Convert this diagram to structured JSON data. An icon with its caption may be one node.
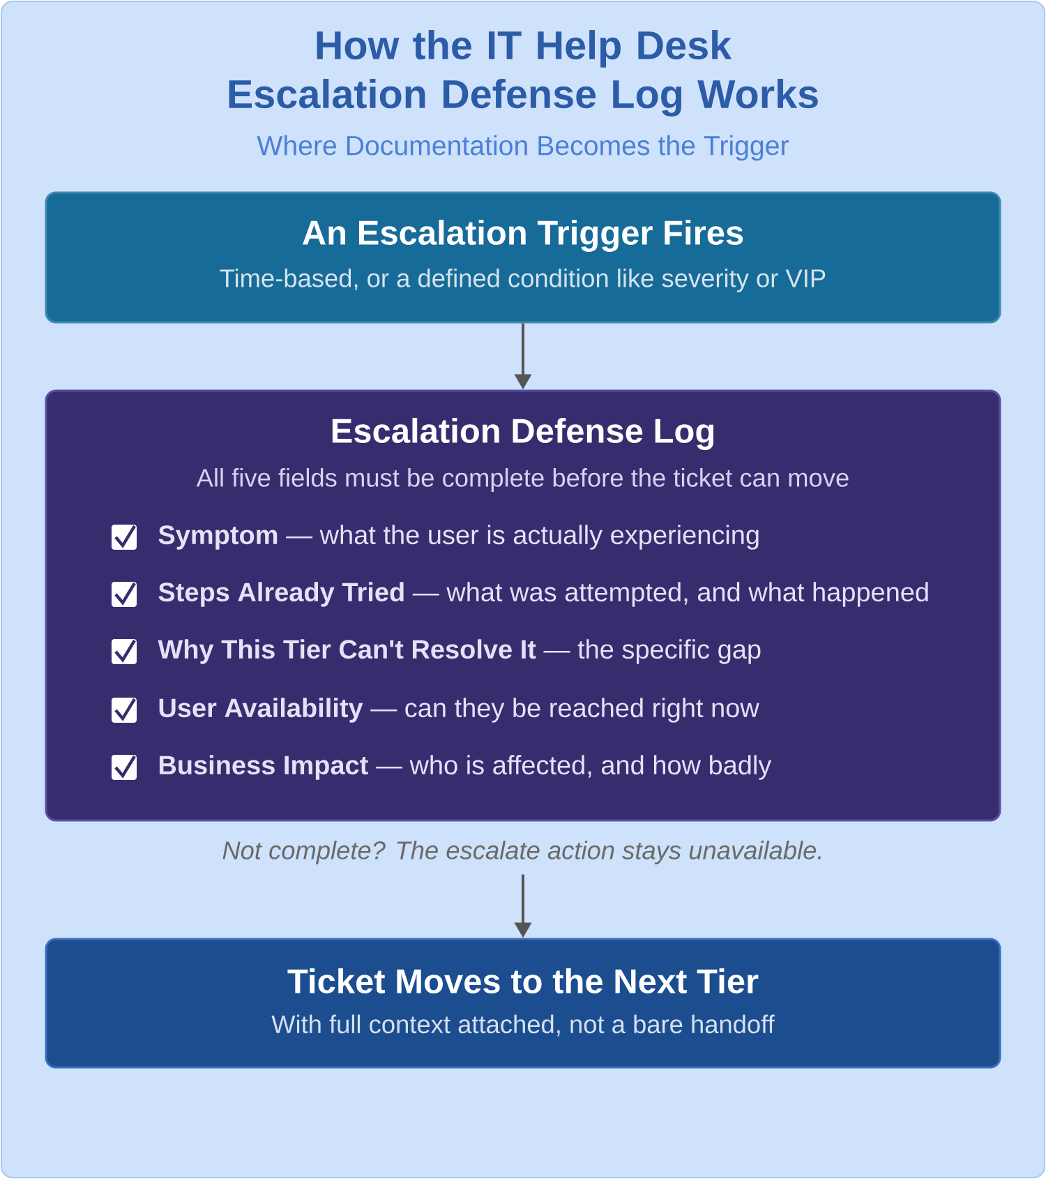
{
  "diagram": {
    "title": "How the IT Help Desk Escalation Defense Log Works",
    "nodes": [
      {
        "text": [
          "An Escalation Trigger Fires",
          "Time-based, or a defined condition like severity or VIP"
        ]
      },
      {
        "text": [
          "Escalation Defense Log",
          "All five fields must be complete before the ticket can move",
          "**Symptom** — what the user is actually experiencing",
          "**Steps Already Tried** — what was attempted, and what happened",
          "**Why This Tier Can't Resolve It** — the specific gap",
          "**User Availability** — can they be reached right now",
          "**Business Impact** — who is affected, and how badly"
        ],
        "beside": [
          "Not complete? The escalate action stays unavailable."
        ]
      },
      {
        "text": [
          "Ticket Moves to the Next Tier",
          "With full context attached, not a bare handoff"
        ]
      }
    ],
    "edges": [
      {
        "from": 0,
        "to": 1,
        "arrow": "to"
      },
      {
        "from": 1,
        "to": 2,
        "arrow": "to"
      }
    ],
    "labels": [
      "Where Documentation Becomes the Trigger"
    ]
  }
}
